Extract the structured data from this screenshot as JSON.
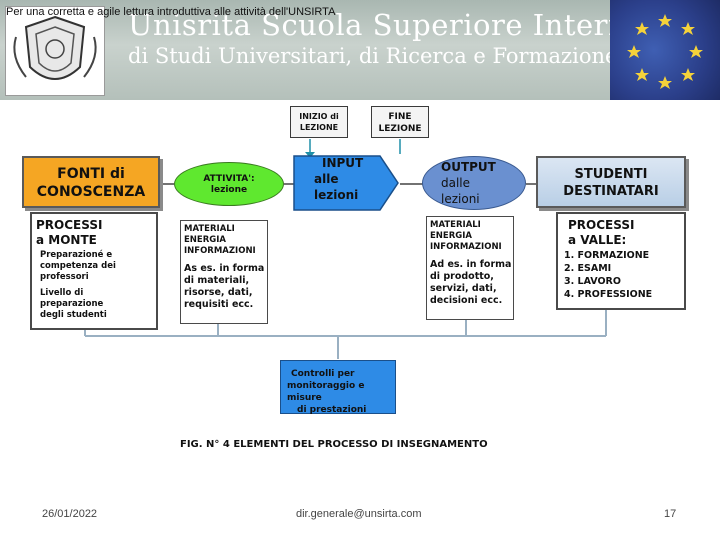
{
  "header": {
    "caption": "Per una corretta e agile lettura introduttiva alle attività dell'UNSIRTA",
    "title_line1": "Unisrita  Scuola Superiore Internazionale",
    "title_line2": "di Studi Universitari, di Ricerca e Formazione post-laurea"
  },
  "diagram": {
    "inizio": [
      "INIZIO di",
      "LEZIONE"
    ],
    "fine": [
      "FINE",
      "LEZIONE"
    ],
    "fonti": [
      "FONTI di",
      "CONOSCENZA"
    ],
    "attivita": [
      "ATTIVITA':",
      "lezione"
    ],
    "input": [
      "INPUT",
      "alle",
      "lezioni"
    ],
    "output": [
      "OUTPUT",
      "dalle",
      "lezioni"
    ],
    "studenti": [
      "STUDENTI",
      "DESTINATARI"
    ],
    "processi_monte_title": [
      "PROCESSI",
      "a MONTE"
    ],
    "processi_monte_body": [
      "Preparazioné e",
      "competenza dei",
      "professori",
      "Livello di",
      "preparazione",
      "degli studenti"
    ],
    "materiali_in": [
      "MATERIALI",
      "ENERGIA",
      "INFORMAZIONI",
      "As es. in forma",
      "di materiali,",
      "risorse, dati,",
      "requisiti ecc."
    ],
    "materiali_out": [
      "MATERIALI",
      "ENERGIA",
      "INFORMAZIONI",
      "Ad es. in forma",
      "di prodotto,",
      "servizi, dati,",
      "decisioni ecc."
    ],
    "processi_valle_title": [
      "PROCESSI",
      "a VALLE:"
    ],
    "processi_valle_list": [
      "1. FORMAZIONE",
      "2. ESAMI",
      "3. LAVORO",
      "4. PROFESSIONE"
    ],
    "controlli": [
      "Controlli  per",
      "monitoraggio e misure",
      "di prestazioni"
    ],
    "figure_caption": "FIG. N° 4  ELEMENTI DEL PROCESSO DI INSEGNAMENTO"
  },
  "footer": {
    "date": "26/01/2022",
    "email": "dir.generale@unsirta.com",
    "page": "17"
  },
  "colors": {
    "orange": "#f5a623",
    "green": "#5fe82f",
    "blue": "#2e8be6",
    "steel": "#6a90d0",
    "teal": "#1f8fa8"
  }
}
